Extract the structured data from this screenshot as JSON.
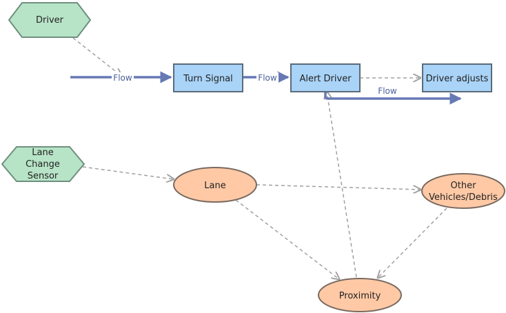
{
  "diagram": {
    "nodes": {
      "driver": {
        "label": "Driver",
        "shape": "hexagon"
      },
      "lane_change_sensor": {
        "lines": [
          "Lane",
          "Change",
          "Sensor"
        ],
        "shape": "hexagon"
      },
      "turn_signal": {
        "label": "Turn Signal",
        "shape": "rect"
      },
      "alert_driver": {
        "label": "Alert Driver",
        "shape": "rect"
      },
      "driver_adjusts": {
        "label": "Driver adjusts",
        "shape": "rect"
      },
      "lane": {
        "label": "Lane",
        "shape": "ellipse"
      },
      "other_vehicles": {
        "lines": [
          "Other",
          "Vehicles/Debris"
        ],
        "shape": "ellipse"
      },
      "proximity": {
        "label": "Proximity",
        "shape": "ellipse"
      }
    },
    "flow_labels": {
      "to_turn_signal": "Flow",
      "to_alert_driver": "Flow",
      "to_driver_adjusts": "Flow"
    },
    "colors": {
      "hexagon_fill": "#b7e4c7",
      "hexagon_stroke": "#6f8f7f",
      "rect_fill": "#a9d3f7",
      "rect_stroke": "#5a6a7a",
      "ellipse_fill": "#ffc9a6",
      "ellipse_stroke": "#7a6a60",
      "flow_arrow": "#6679b5",
      "dashed_arrow": "#a0a0a0"
    }
  }
}
